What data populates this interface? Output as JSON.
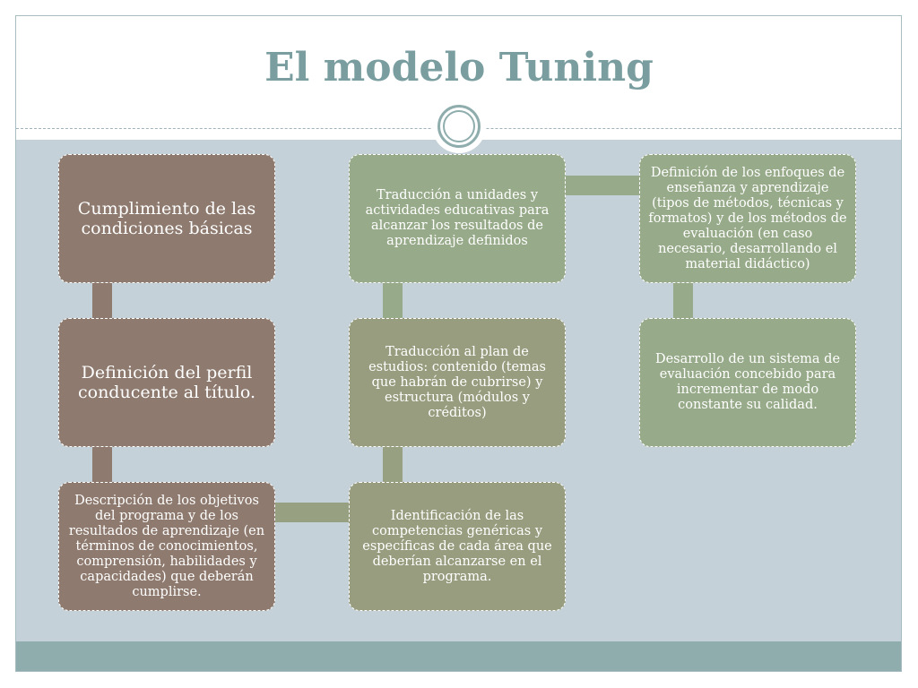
{
  "slide": {
    "title": "El modelo Tuning"
  },
  "diagram": {
    "boxes": [
      {
        "id": "b1",
        "text": "Cumplimiento de las condiciones básicas"
      },
      {
        "id": "b2",
        "text": "Definición del perfil conducente al título."
      },
      {
        "id": "b3",
        "text": "Descripción de los objetivos del programa y de los resultados de aprendizaje (en términos de conocimientos, comprensión, habilidades y capacidades) que deberán cumplirse."
      },
      {
        "id": "b4",
        "text": "Identificación de las competencias genéricas y específicas de cada área que deberían alcanzarse en el programa."
      },
      {
        "id": "b5",
        "text": "Traducción al plan de estudios: contenido (temas que habrán de cubrirse) y estructura (módulos y créditos)"
      },
      {
        "id": "b6",
        "text": "Traducción a unidades y actividades educativas para alcanzar los resultados de aprendizaje definidos"
      },
      {
        "id": "b7",
        "text": "Definición de los enfoques de enseñanza y aprendizaje (tipos de métodos, técnicas y formatos) y de los métodos de evaluación (en caso necesario, desarrollando el material didáctico)"
      },
      {
        "id": "b8",
        "text": "Desarrollo de un sistema de evaluación concebido para incrementar de modo constante su calidad."
      }
    ],
    "colors": {
      "brown": "#8e7a6e",
      "olive": "#979d7e",
      "green": "#97aa89",
      "panel": "#c5d1d8",
      "title": "#7a9ea0",
      "accent": "#8fadad"
    }
  }
}
